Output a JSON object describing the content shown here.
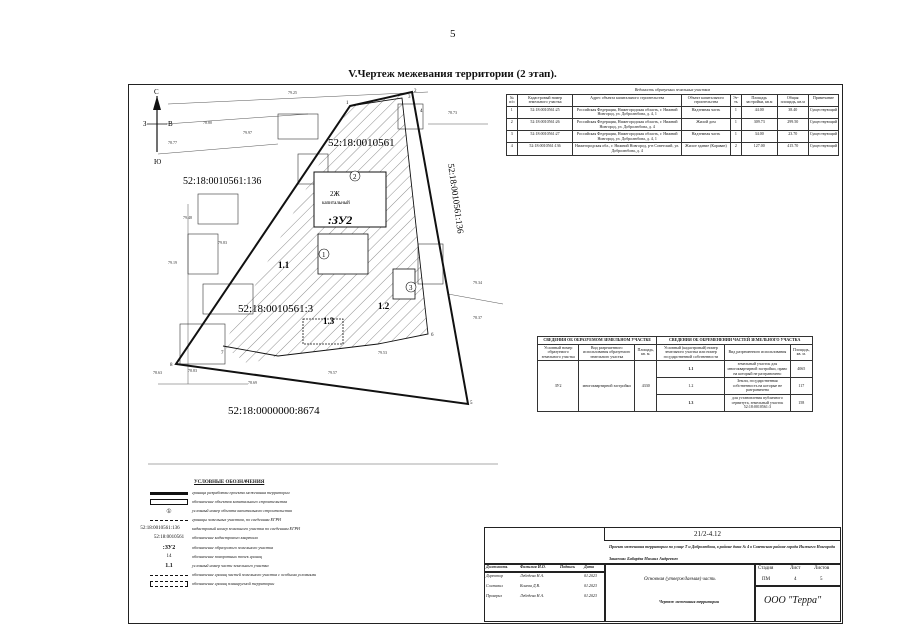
{
  "page_number": "5",
  "title": "V.Чертеж межевания территории (2 этап).",
  "map": {
    "compass": {
      "n": "С",
      "s": "Ю",
      "w": "З",
      "e": "В"
    },
    "parcel_labels": [
      "52:18:0010561",
      "52:18:0010561:136",
      "52:18:0010561:136",
      "52:18:0010561:3",
      "52:18:0000000:8674"
    ],
    "zone_label": ":ЗУ2",
    "sub_zone_labels": [
      "1.1",
      "1.2",
      "1.3"
    ],
    "building_label": "2Ж",
    "building_sub": "капитальный",
    "circle_labels": [
      "1",
      "2",
      "3"
    ],
    "marks": [
      "79.25",
      "78.83",
      "78.77",
      "79.97",
      "78.80",
      "79.48",
      "79.34",
      "78.37",
      "79.19",
      "78.69",
      "78.63",
      "79.83",
      "79.53",
      "79.57",
      "78.73"
    ],
    "vertices": [
      "1",
      "2",
      "3",
      "4",
      "5",
      "6",
      "7",
      "8"
    ]
  },
  "table1": {
    "caption": "Ведомость образуемых земельных участков",
    "headers": [
      "№ п/п",
      "Кадастровый номер земельного участка",
      "Адрес объекта капитального строительства",
      "Объект капитального строительства",
      "Эт-ть",
      "Площадь застройки, кв.м",
      "Общая площадь, кв.м",
      "Примечание"
    ],
    "rows": [
      [
        "1",
        "52:18:0010561:25",
        "Российская Федерация, Нижегородская область, г. Нижний Новгород, ул. Добролюбова, д. 4, 1",
        "Надземная часть",
        "1",
        "44.00",
        "38.40",
        "Существующий"
      ],
      [
        "2",
        "52:18:0010561:26",
        "Российская Федерация, Нижегородская область, г. Нижний Новгород, ул. Добролюбова, д. 4",
        "Жилой дом",
        "1",
        "309.73",
        "299.50",
        "Существующий"
      ],
      [
        "3",
        "52:18:0010561:27",
        "Российская Федерация, Нижегородская область, г. Нижний Новгород, ул. Добролюбова, д. 4, 1",
        "Надземная часть",
        "1",
        "34.00",
        "23.70",
        "Существующий"
      ],
      [
        "4",
        "52:18:0010561:136",
        "Нижегородская обл., г. Нижний Новгород, р-н Советский, ул. Добролюбова, д. 4",
        "Жилое здание (Караван)",
        "2",
        "127.00",
        "415.70",
        "Существующий"
      ]
    ]
  },
  "table2": {
    "head_left": "СВЕДЕНИЯ ОБ ОБРАЗУЕМОМ ЗЕМЕЛЬНОМ УЧАСТКЕ",
    "head_right": "СВЕДЕНИЯ ОБ ОБРЕМЕНЕНИИ ЧАСТЕЙ ЗЕМЕЛЬНОГО УЧАСТКА",
    "cols": [
      "Условный номер образуемого земельного участка",
      "Вид разрешенного использования образуемого земельного участка",
      "Площадь, кв. м.",
      "Условный (кадастровый) номер земельного участка или номер государственной собственности",
      "Вид разрешенного использования",
      "Площадь, кв. м."
    ],
    "zu": "ЗУ2",
    "use": "многоквартирной застройки",
    "area": "4330",
    "items": [
      {
        "n": "1.1",
        "desc": "земельный участок для многоквартирной застройки, право на который не разграничено",
        "area": "4065"
      },
      {
        "n": "1.2",
        "desc": "Земли, государственная собственность на которые не разграничена",
        "area": "117"
      },
      {
        "n": "1.3",
        "desc": "для установления публичного сервитута, земельный участок 52:18:0010561:3",
        "area": "158"
      }
    ]
  },
  "legend": {
    "title": "УСЛОВНЫЕ ОБОЗНАЧЕНИЯ",
    "items": [
      {
        "sym": "",
        "text": "граница разработки проекта межевания территории"
      },
      {
        "sym": "",
        "text": "обозначение объектов капитального строительства"
      },
      {
        "sym": "①",
        "text": "условный номер объекта капитального строительства"
      },
      {
        "sym": "",
        "text": "границы земельных участков, по сведениям ЕГРН"
      },
      {
        "sym": "52:18:0010561:136",
        "text": "кадастровый номер земельного участка по сведениям ЕГРН"
      },
      {
        "sym": "52:18:0010561",
        "text": "обозначение кадастрового квартала"
      },
      {
        "sym": ":ЗУ2",
        "text": "обозначение образуемого земельного участка"
      },
      {
        "sym": "14",
        "text": "обозначение поворотных точек границ"
      },
      {
        "sym": "1.1",
        "text": "условный номер части земельного участка"
      },
      {
        "sym": "",
        "text": "обозначение границ частей земельного участка с особыми условиями"
      },
      {
        "sym": "",
        "text": "обозначение границ планируемой территории"
      }
    ]
  },
  "stamp": {
    "code": "21/2-4.12",
    "project": "Проект межевания территории по улице Т и Добролюбова, в районе дома № 4 в Советском районе города Нижнего Новгорода",
    "customer": "Заказчик: Бабарёва Михаил Андреевич",
    "part": "Основная (утверждаемая) часть",
    "drawing": "Чертеж межевания территории",
    "company": "ООО \"Терра\"",
    "stage_h": "Стадия",
    "sheet_h": "Лист",
    "sheets_h": "Листов",
    "stage": "ПМ",
    "sheet": "4",
    "sheets": "5",
    "roles": [
      {
        "role": "Директор",
        "name": "Лебедева Н.А.",
        "date": "01.2023"
      },
      {
        "role": "Составил",
        "name": "Конева Д.В.",
        "date": "01.2023"
      },
      {
        "role": "Проверил",
        "name": "Лебедева Н.А.",
        "date": "01.2023"
      }
    ],
    "hdr": [
      "Должность",
      "Фамилия И.О.",
      "Подпись",
      "Дата"
    ]
  }
}
